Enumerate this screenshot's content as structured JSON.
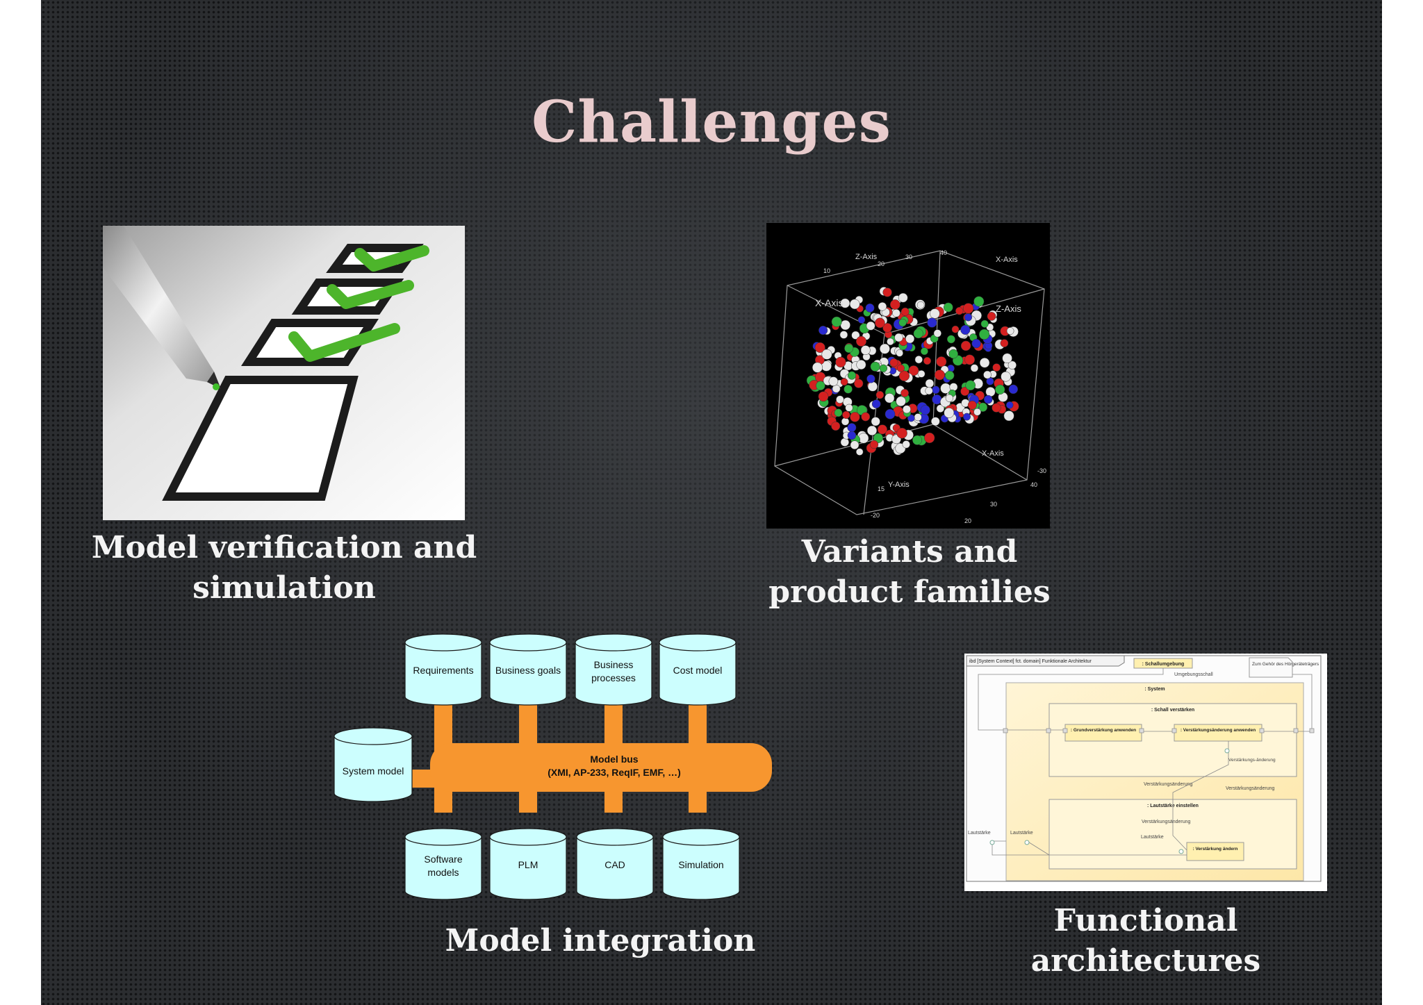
{
  "slide": {
    "title": "Challenges",
    "sections": {
      "verification": {
        "caption_line1": "Model verification and",
        "caption_line2": "simulation"
      },
      "variants": {
        "caption_line1": "Variants and",
        "caption_line2": "product families"
      },
      "integration": {
        "caption": "Model integration"
      },
      "functional": {
        "caption": "Functional architectures"
      }
    }
  },
  "molecule_plot": {
    "axis_labels": [
      "Z-Axis",
      "X-Axis",
      "X-Axis",
      "Z-Axis",
      "Y-Axis",
      "X-Axis"
    ],
    "ticks": [
      "10",
      "20",
      "30",
      "40",
      "-20",
      "-30",
      "15",
      "20",
      "30",
      "40"
    ]
  },
  "model_bus_diagram": {
    "bus_label_line1": "Model bus",
    "bus_label_line2": "(XMI, AP-233, ReqIF, EMF, …)",
    "top_nodes": [
      {
        "line1": "Requirements",
        "line2": ""
      },
      {
        "line1": "Business goals",
        "line2": ""
      },
      {
        "line1": "Business",
        "line2": "processes"
      },
      {
        "line1": "Cost model",
        "line2": ""
      }
    ],
    "bottom_nodes": [
      {
        "line1": "Software",
        "line2": "models"
      },
      {
        "line1": "PLM",
        "line2": ""
      },
      {
        "line1": "CAD",
        "line2": ""
      },
      {
        "line1": "Simulation",
        "line2": ""
      }
    ],
    "side_node": "System model",
    "colors": {
      "bus": "#f7962f",
      "node_fill": "#ccfefe",
      "node_stroke": "#1a1a1a"
    }
  },
  "ibd_diagram": {
    "frame_title": "ibd [System Context] fct. domain] Funktionale Architektur",
    "env_block": ": Schallumgebung",
    "env_port": "Umgebungsschall",
    "ear_note": "Zum Gehör des Hörgeräteträgers",
    "system_block": ": System",
    "amplify_block": ": Schall verstärken",
    "basic_gain": ": Grundverstärkung anwenden",
    "gain_change_apply": ": Verstärkungsänderung anwenden",
    "gain_change_label": "Verstärkungs-änderung",
    "flow1": "Verstärkungsänderung",
    "flow2": "Verstärkungsänderung",
    "volume_block": ": Lautstärke einstellen",
    "flow3": "Verstärkungsänderung",
    "volume1": "Lautstärke",
    "volume2": "Lautstärke",
    "volume3": "Lautstärke",
    "change_gain": ": Verstärkung ändern"
  }
}
